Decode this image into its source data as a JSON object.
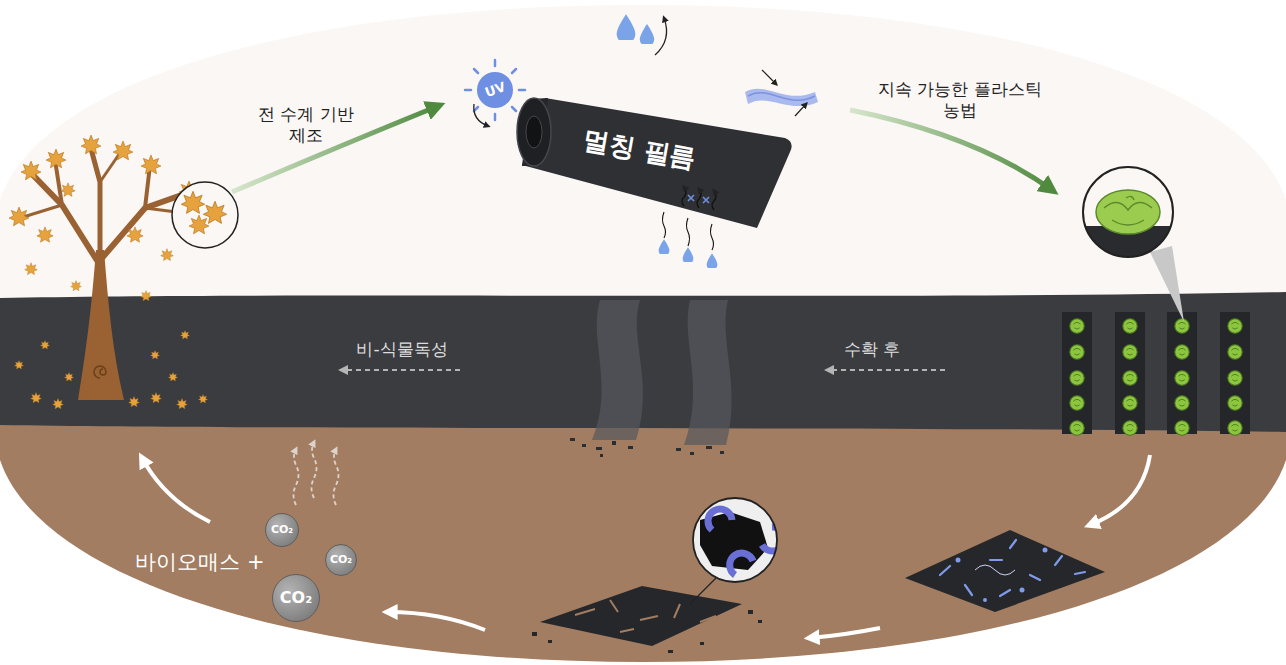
{
  "diagram": {
    "nodes": [
      {
        "text": [
          "UV"
        ]
      },
      {
        "text": [
          "멀칭 필름"
        ]
      },
      {
        "text": [
          "CO₂"
        ]
      },
      {
        "text": [
          "CO₂"
        ]
      },
      {
        "text": [
          "CO₂"
        ]
      }
    ],
    "labels": [
      "전 수계 기반 제조",
      "지속 가능한 플라스틱 농법",
      "비-식물독성",
      "수확 후",
      "바이오매스 +"
    ]
  }
}
